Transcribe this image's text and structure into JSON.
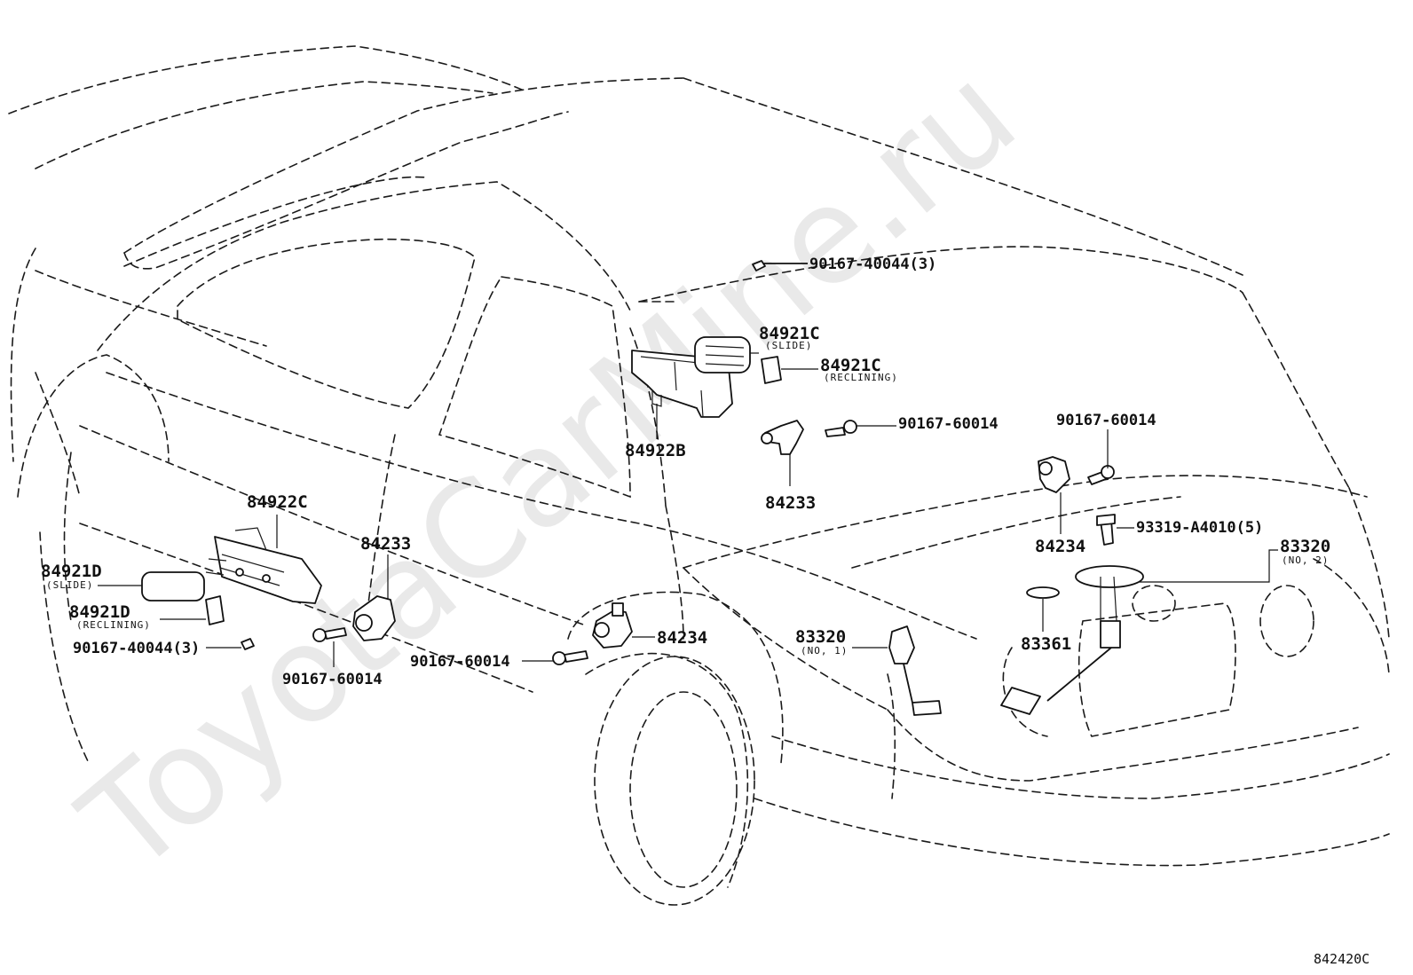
{
  "watermark": "ToyotaCarMine.ru",
  "diagram_code": "842420C",
  "parts": {
    "p90167_40044_top": "90167-40044(3)",
    "p84921C_slide": "84921C",
    "p84921C_slide_note": "(SLIDE)",
    "p84921C_recl": "84921C",
    "p84921C_recl_note": "(RECLINING)",
    "p90167_60014_mid": "90167-60014",
    "p84922B": "84922B",
    "p84233_right": "84233",
    "p90167_60014_right": "90167-60014",
    "p84234_right": "84234",
    "p93319": "93319-A4010(5)",
    "p83320_no2": "83320",
    "p83320_no2_note": "(NO, 2)",
    "p83361": "83361",
    "p84922C": "84922C",
    "p84921D_slide": "84921D",
    "p84921D_slide_note": "(SLIDE)",
    "p84921D_recl": "84921D",
    "p84921D_recl_note": "(RECLINING)",
    "p90167_40044_left": "90167-40044(3)",
    "p84233_left": "84233",
    "p90167_60014_left": "90167-60014",
    "p90167_60014_bottom": "90167-60014",
    "p84234_left": "84234",
    "p83320_no1": "83320",
    "p83320_no1_note": "(NO, 1)"
  }
}
